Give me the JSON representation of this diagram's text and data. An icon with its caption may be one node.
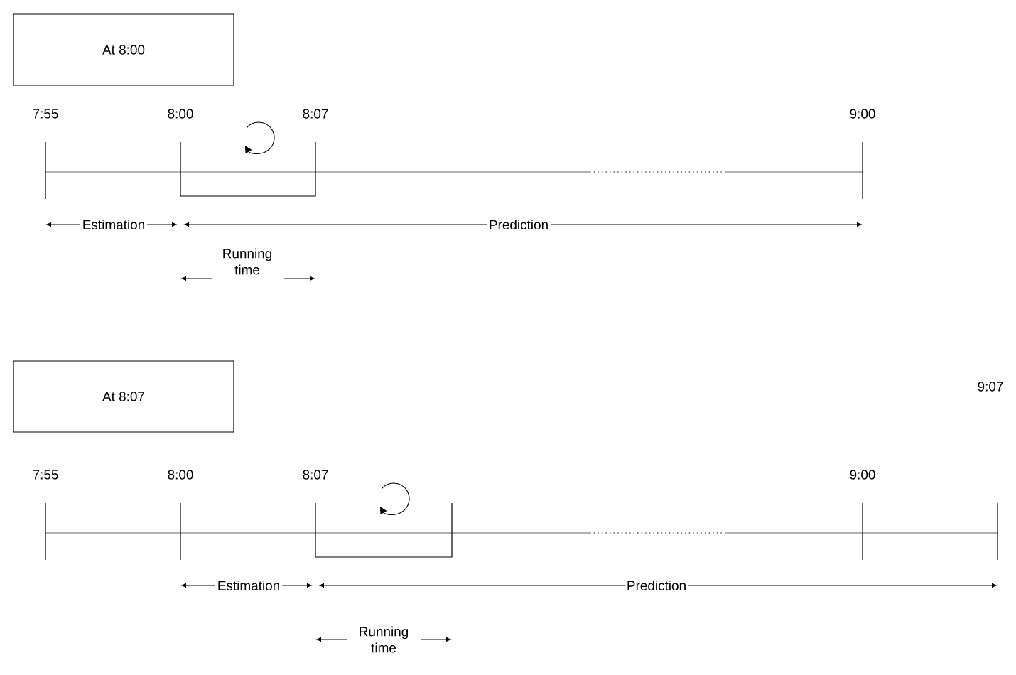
{
  "diagram": {
    "nodes": [
      {
        "text": [
          "At 8:00"
        ]
      },
      {
        "text": [
          "At 8:07"
        ]
      }
    ],
    "labels": [
      "7:55",
      "8:00",
      "8:07",
      "9:00",
      "Estimation",
      "Prediction",
      "Running time",
      "9:07",
      "7:55",
      "8:00",
      "8:07",
      "9:00",
      "Estimation",
      "Prediction",
      "Running time"
    ]
  }
}
